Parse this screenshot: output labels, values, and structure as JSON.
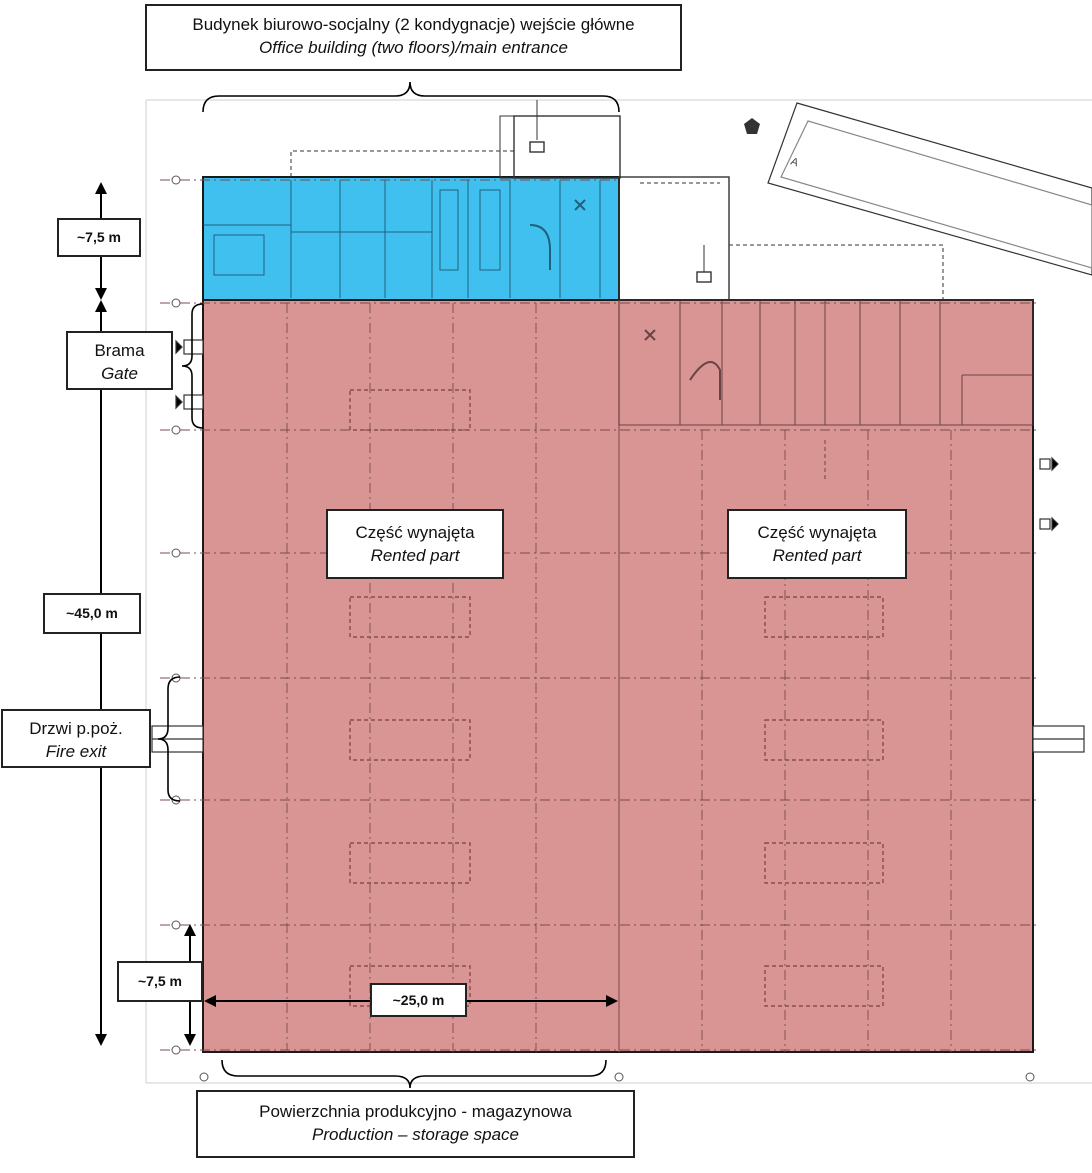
{
  "plan": {
    "office_building": {
      "pl": "Budynek biurowo-socjalny (2 kondygnacje) wejście główne",
      "en": "Office building (two floors)/main entrance"
    },
    "gate": {
      "pl": "Brama",
      "en": "Gate"
    },
    "fire_exit": {
      "pl": "Drzwi p.poż.",
      "en": "Fire exit"
    },
    "rented_left": {
      "pl": "Część wynajęta",
      "en": "Rented part"
    },
    "rented_right": {
      "pl": "Część wynajęta",
      "en": "Rented part"
    },
    "production": {
      "pl": "Powierzchnia produkcyjno - magazynowa",
      "en": "Production – storage space"
    },
    "dimensions": {
      "office_depth": "~7,5 m",
      "hall_depth": "~45,0 m",
      "bay_depth": "~7,5 m",
      "span_width": "~25,0 m"
    },
    "colors": {
      "office_zone": "#3fc0ef",
      "rented_zone": "#d99594",
      "plan_lines": "#555555"
    }
  }
}
